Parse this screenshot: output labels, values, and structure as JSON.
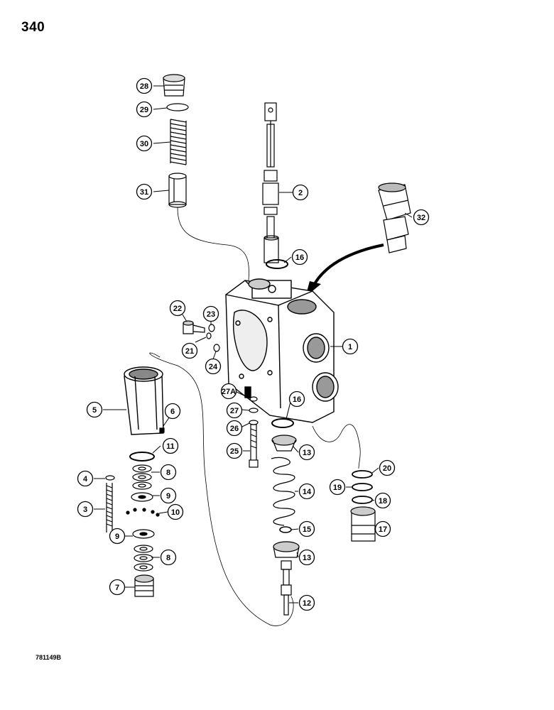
{
  "page_number": "340",
  "figure_code": "781149B",
  "callouts": [
    "1",
    "2",
    "3",
    "4",
    "5",
    "6",
    "7",
    "8",
    "8",
    "9",
    "9",
    "10",
    "11",
    "12",
    "13",
    "13",
    "14",
    "15",
    "16",
    "16",
    "17",
    "18",
    "19",
    "20",
    "21",
    "22",
    "23",
    "24",
    "25",
    "26",
    "27",
    "27A",
    "28",
    "29",
    "30",
    "31",
    "32"
  ]
}
